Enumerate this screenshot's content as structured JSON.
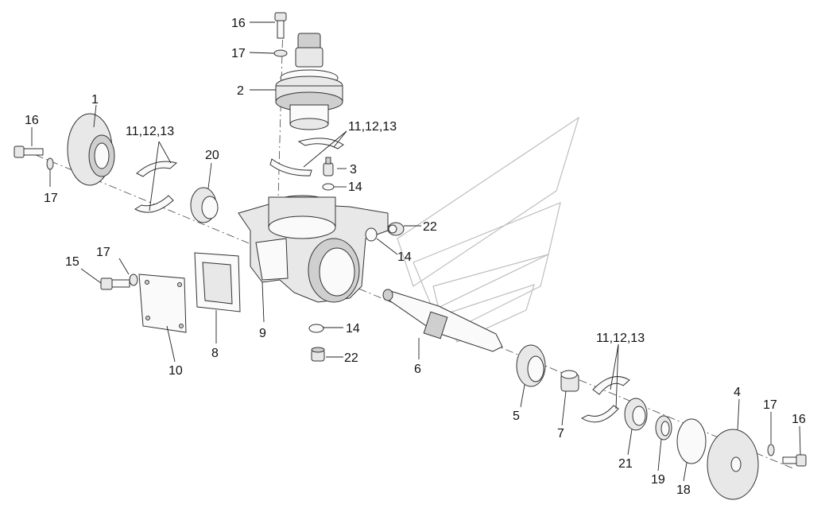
{
  "callouts": [
    {
      "id": "c16a",
      "text": "16"
    },
    {
      "id": "c17a",
      "text": "17"
    },
    {
      "id": "c2",
      "text": "2"
    },
    {
      "id": "c1",
      "text": "1"
    },
    {
      "id": "c16b",
      "text": "16"
    },
    {
      "id": "c17b",
      "text": "17"
    },
    {
      "id": "c111213a",
      "text": "11,12,13"
    },
    {
      "id": "c20",
      "text": "20"
    },
    {
      "id": "c111213b",
      "text": "11,12,13"
    },
    {
      "id": "c3",
      "text": "3"
    },
    {
      "id": "c14a",
      "text": "14"
    },
    {
      "id": "c22a",
      "text": "22"
    },
    {
      "id": "c14b",
      "text": "14"
    },
    {
      "id": "c17c",
      "text": "17"
    },
    {
      "id": "c15",
      "text": "15"
    },
    {
      "id": "c10",
      "text": "10"
    },
    {
      "id": "c8",
      "text": "8"
    },
    {
      "id": "c9",
      "text": "9"
    },
    {
      "id": "c14c",
      "text": "14"
    },
    {
      "id": "c22b",
      "text": "22"
    },
    {
      "id": "c6",
      "text": "6"
    },
    {
      "id": "c5",
      "text": "5"
    },
    {
      "id": "c7",
      "text": "7"
    },
    {
      "id": "c111213c",
      "text": "11,12,13"
    },
    {
      "id": "c21",
      "text": "21"
    },
    {
      "id": "c19",
      "text": "19"
    },
    {
      "id": "c18",
      "text": "18"
    },
    {
      "id": "c4",
      "text": "4"
    },
    {
      "id": "c17d",
      "text": "17"
    },
    {
      "id": "c16c",
      "text": "16"
    }
  ]
}
